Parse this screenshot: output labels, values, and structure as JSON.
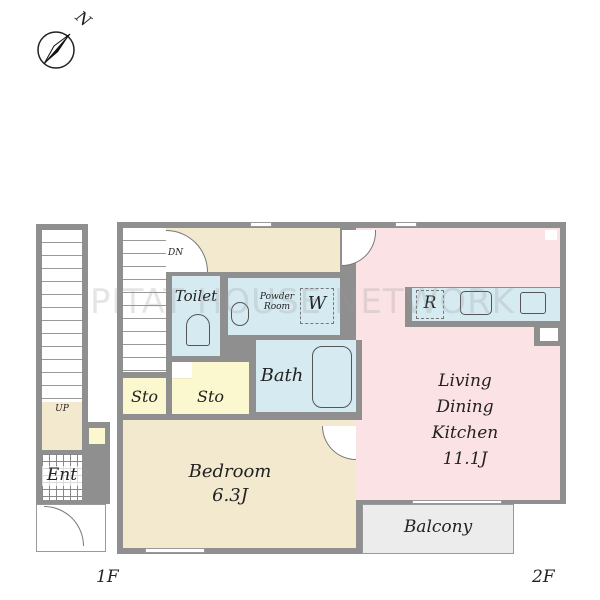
{
  "compass": {
    "north_label": "N"
  },
  "watermark": "PITAT HOUSE NETWORK",
  "floors": {
    "first": "1F",
    "second": "2F"
  },
  "rooms": {
    "entrance": "Ent",
    "up": "UP",
    "down": "DN",
    "toilet": "Toilet",
    "powder_room": "Powder Room",
    "washer": "W",
    "bath": "Bath",
    "storage_1": "Sto",
    "storage_2": "Sto",
    "bedroom": "Bedroom",
    "bedroom_size": "6.3J",
    "ldk_line1": "Living",
    "ldk_line2": "Dining",
    "ldk_line3": "Kitchen",
    "ldk_size": "11.1J",
    "refrigerator": "R",
    "balcony": "Balcony"
  },
  "colors": {
    "wall": "#8f8f8f",
    "beige": "#f2e9cf",
    "blue": "#d6ebf1",
    "yellow": "#fbf8cf",
    "pink": "#fbe2e5"
  }
}
